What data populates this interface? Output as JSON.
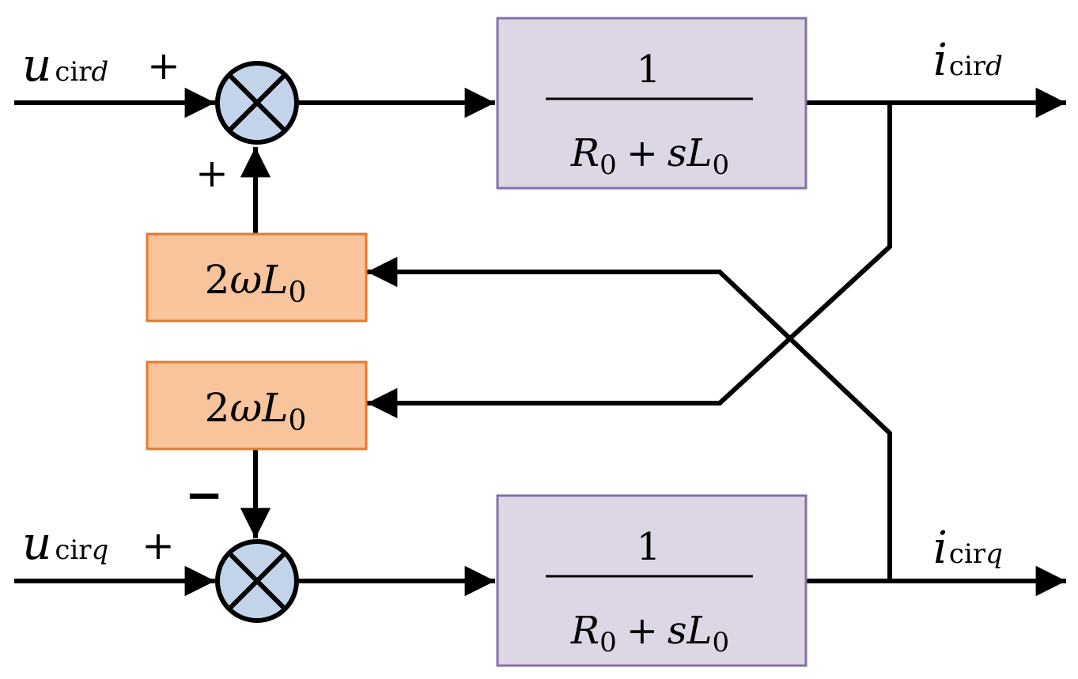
{
  "signals": {
    "u_d": {
      "base": "u",
      "sub": "cir",
      "sub_var": "d"
    },
    "u_q": {
      "base": "u",
      "sub": "cir",
      "sub_var": "q"
    },
    "i_d": {
      "base": "i",
      "sub": "cir",
      "sub_var": "d"
    },
    "i_q": {
      "base": "i",
      "sub": "cir",
      "sub_var": "q"
    }
  },
  "signs": {
    "top_input": "+",
    "top_feedback": "+",
    "bottom_input": "+",
    "bottom_feedback": "−"
  },
  "transfer_function": {
    "numerator": "1",
    "den_R": "R",
    "den_R_sub": "0",
    "den_plus": "+",
    "den_sL": "sL",
    "den_L_sub": "0"
  },
  "gain": {
    "coef": "2",
    "omega": "ω",
    "L": "L",
    "L_sub": "0"
  },
  "colors": {
    "transfer_block_fill": "#dcd6e5",
    "transfer_block_border": "#8470a8",
    "gain_block_fill": "#f7c49b",
    "gain_block_border": "#e8782a",
    "summing_junction_fill": "#c3d4ea"
  }
}
